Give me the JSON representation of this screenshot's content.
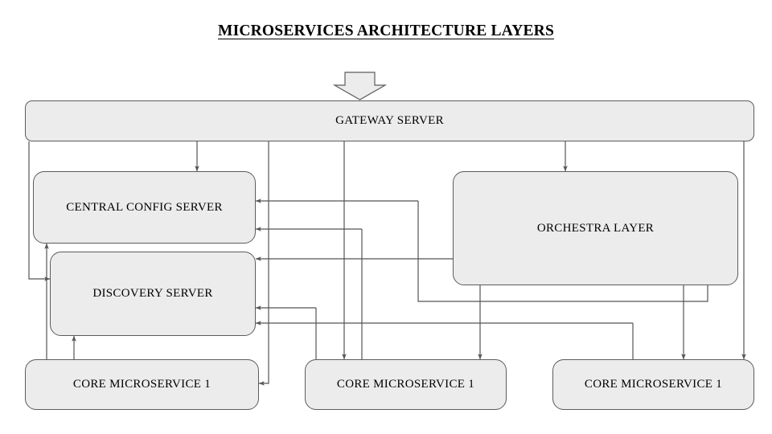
{
  "title": "MICROSERVICES ARCHITECTURE LAYERS",
  "theme": {
    "node_fill": "#ececec",
    "node_stroke": "#5c5c5c",
    "wire_stroke": "#555555",
    "text": "#000000",
    "background": "#ffffff"
  },
  "nodes": {
    "gateway": {
      "label": "GATEWAY SERVER"
    },
    "central_config": {
      "label": "CENTRAL CONFIG SERVER"
    },
    "discovery": {
      "label": "DISCOVERY SERVER"
    },
    "orchestra": {
      "label": "ORCHESTRA LAYER"
    },
    "microservice_1": {
      "label": "CORE MICROSERVICE 1"
    },
    "microservice_2": {
      "label": "CORE MICROSERVICE 1"
    },
    "microservice_3": {
      "label": "CORE MICROSERVICE 1"
    }
  },
  "icons": {
    "inbound_arrow": "block-down-arrow-icon"
  }
}
